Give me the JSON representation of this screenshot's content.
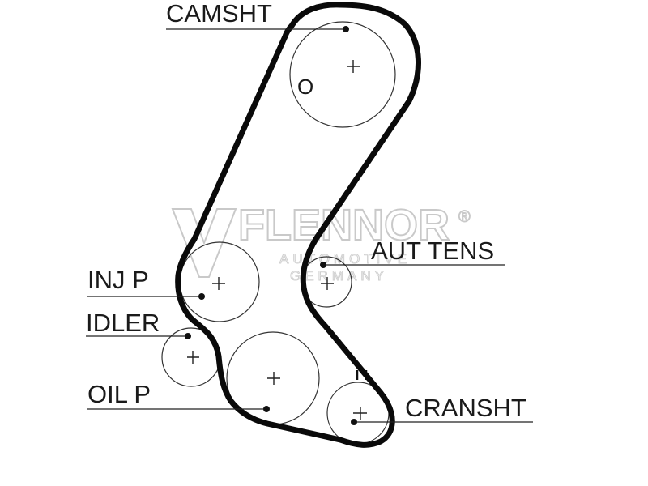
{
  "labels": {
    "camshaft": "CAMSHT",
    "auto_tensioner": "AUT TENS",
    "injection_pump": "INJ P",
    "idler": "IDLER",
    "oil_pump": "OIL P",
    "crankshaft": "CRANSHT"
  },
  "timing_mark": "O",
  "watermark": {
    "brand": "FLENNOR",
    "registered": "®",
    "line1": "AUTOMOTIVE",
    "line2": "GERMANY"
  },
  "colors": {
    "belt": "#0a0a0a",
    "lines": "#222222",
    "watermark": "#c9c9c9",
    "background": "#ffffff"
  }
}
